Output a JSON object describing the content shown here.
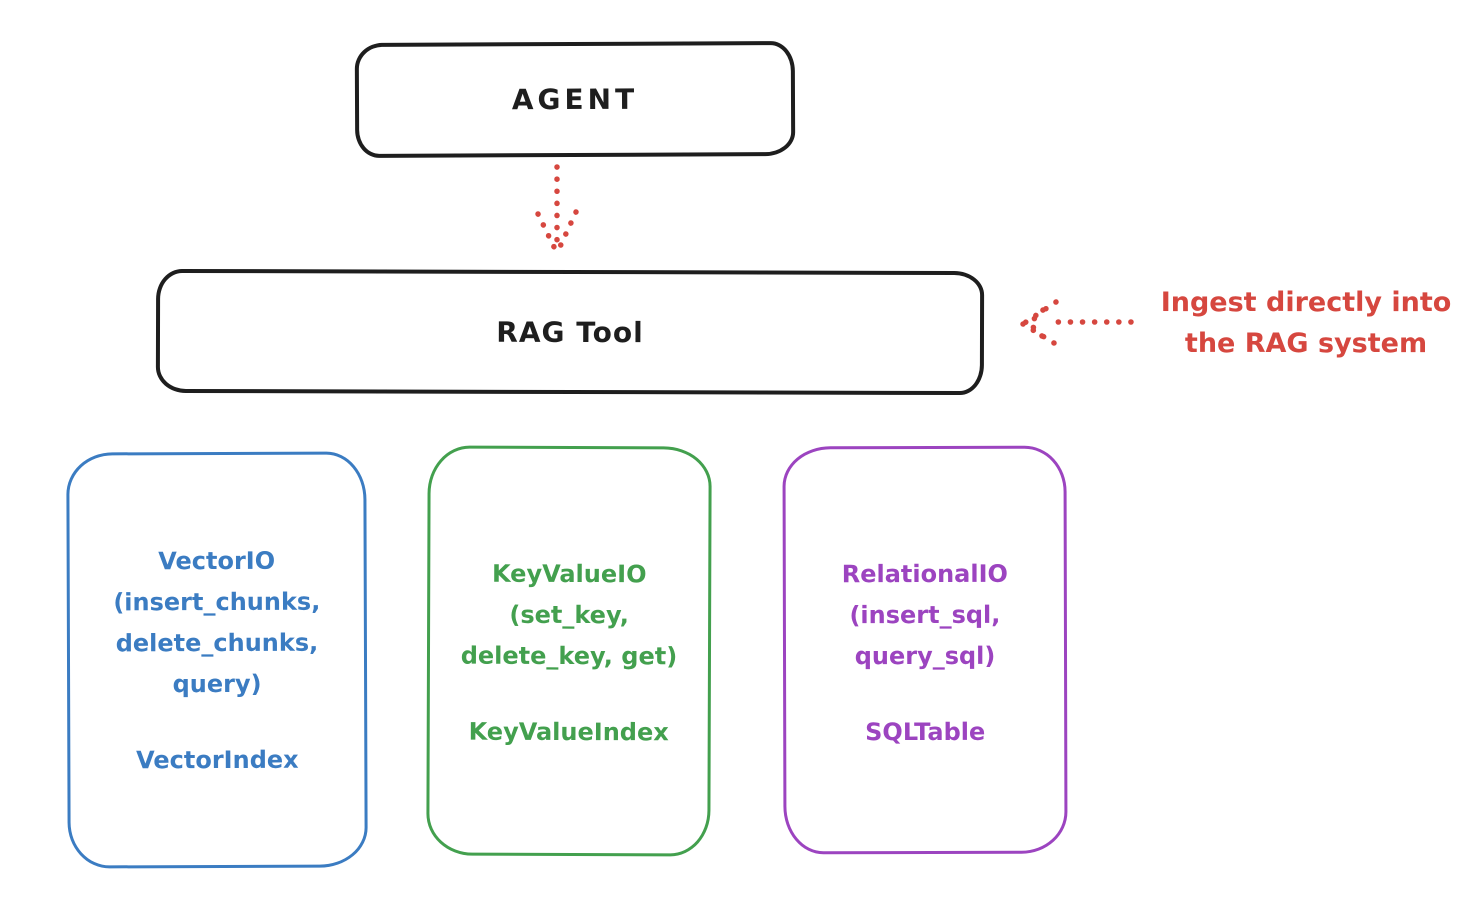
{
  "colors": {
    "ink": "#1e1e1e",
    "accent_red": "#d6473f",
    "vector_blue": "#3b7cc2",
    "keyvalue_green": "#43a04e",
    "relational_purple": "#9c44c0",
    "background": "#ffffff"
  },
  "nodes": {
    "agent": {
      "label": "AGENT"
    },
    "rag_tool": {
      "label": "RAG Tool"
    }
  },
  "annotation": {
    "line1": "Ingest directly into",
    "line2": "the RAG system"
  },
  "arrows": {
    "agent_to_rag": "red-dotted-arrow-down",
    "ingest_to_rag": "red-dotted-arrow-left"
  },
  "backends": [
    {
      "name": "VectorIO",
      "lines": [
        "VectorIO",
        "(insert_chunks,",
        "delete_chunks,",
        "query)"
      ],
      "index": "VectorIndex",
      "color": "#3b7cc2"
    },
    {
      "name": "KeyValueIO",
      "lines": [
        "KeyValueIO",
        "(set_key,",
        "delete_key, get)"
      ],
      "index": "KeyValueIndex",
      "color": "#43a04e"
    },
    {
      "name": "RelationalIO",
      "lines": [
        "RelationalIO",
        "(insert_sql,",
        "query_sql)"
      ],
      "index": "SQLTable",
      "color": "#9c44c0"
    }
  ]
}
